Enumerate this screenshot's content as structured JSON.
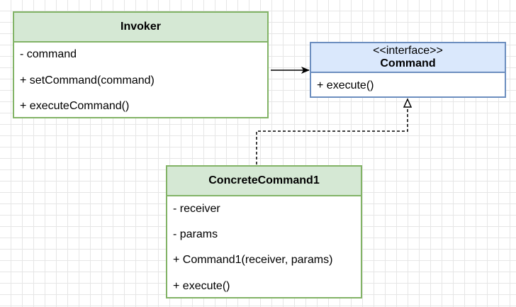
{
  "diagram": {
    "invoker": {
      "name": "Invoker",
      "members": [
        "- command",
        "+ setCommand(command)",
        "+ executeCommand()"
      ]
    },
    "command": {
      "stereotype": "<<interface>>",
      "name": "Command",
      "members": [
        "+ execute()"
      ]
    },
    "concrete_command": {
      "name": "ConcreteCommand1",
      "members": [
        "- receiver",
        "- params",
        "+ Command1(receiver, params)",
        "+ execute()"
      ]
    },
    "relations": [
      {
        "from": "Invoker",
        "to": "Command",
        "kind": "association"
      },
      {
        "from": "ConcreteCommand1",
        "to": "Command",
        "kind": "realization"
      }
    ],
    "colors": {
      "class_fill": "#d5e8d4",
      "class_border": "#82b366",
      "interface_fill": "#dae8fc",
      "interface_border": "#6c8ebf",
      "line": "#000000"
    }
  }
}
